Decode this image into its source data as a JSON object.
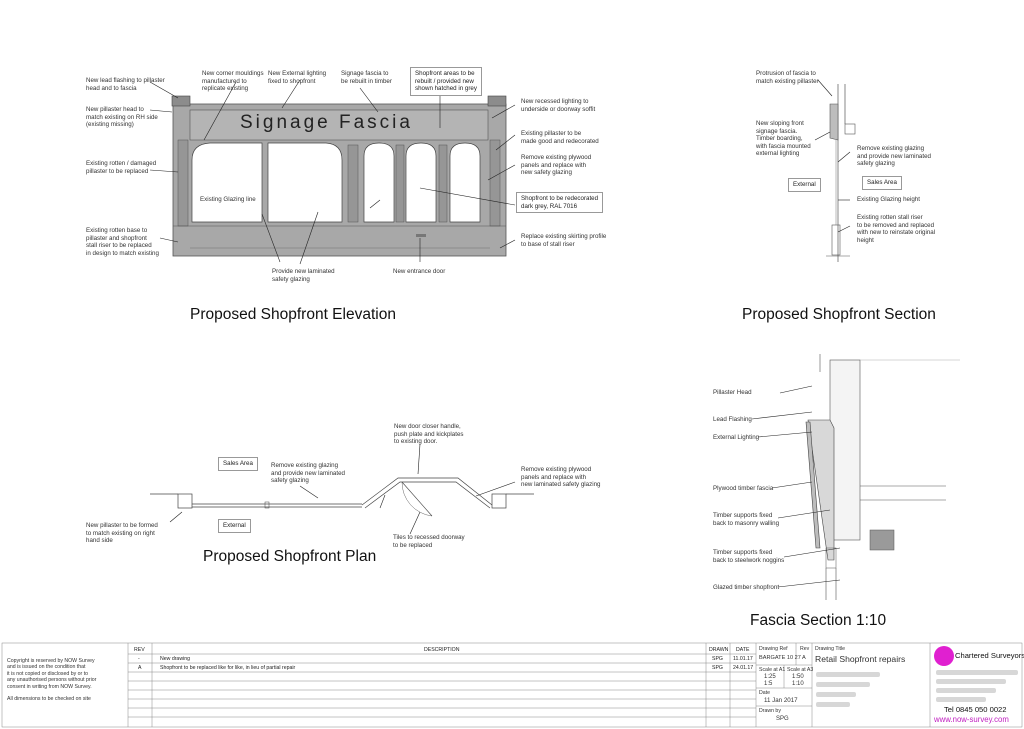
{
  "titles": {
    "elevation": "Proposed Shopfront Elevation",
    "section": "Proposed Shopfront Section",
    "plan": "Proposed Shopfront Plan",
    "fascia": "Fascia Section  1:10"
  },
  "elevation": {
    "signage": "Signage Fascia",
    "glazing_line": "Existing Glazing line",
    "notes": {
      "lead_flashing": "New lead flashing to pillaster\nhead and to fascia",
      "pillaster_head": "New pillaster head to\nmatch existing on RH side\n(existing missing)",
      "rotten_pillaster": "Existing rotten / damaged\npillaster to be replaced",
      "rotten_base": "Existing rotten base to\npillaster and shopfront\nstall riser to be replaced\nin design to match existing",
      "corner_mouldings": "New corner mouldings\nmanufactured to\nreplicate existing",
      "ext_lighting": "New External lighting\nfixed to shopfront",
      "signage_rebuilt": "Signage fascia to\nbe rebuilt in timber",
      "hatched_grey": "Shopfront areas to be\nrebuilt / provided new\nshown hatched in grey",
      "recessed_lighting": "New recessed lighting to\nunderside or doorway soffit",
      "pillaster_good": "Existing pillaster to be\nmade good and redecorated",
      "plywood": "Remove existing plywood\npanels and replace with\nnew safety glazing",
      "redecorated": "Shopfront to be redecorated\ndark grey, RAL 7016",
      "skirting": "Replace existing skirting profile\nto base of stall riser",
      "laminated": "Provide new laminated\nsafety glazing",
      "entrance_door": "New entrance door"
    }
  },
  "section": {
    "notes": {
      "protrusion": "Protrusion of fascia to\nmatch existing pillaster",
      "sloping": "New sloping front\nsignage fascia.\nTimber boarding,\nwith fascia mounted\nexternal lighting",
      "remove_glazing": "Remove existing glazing\nand provide new laminated\nsafety glazing",
      "glazing_height": "Existing Glazing height",
      "stall_riser": "Existing rotten stall riser\nto be removed and replaced\nwith new to reinstate original\nheight"
    },
    "external": "External",
    "sales_area": "Sales Area"
  },
  "plan": {
    "sales_area": "Sales Area",
    "external": "External",
    "notes": {
      "remove_glazing": "Remove existing glazing\nand provide new laminated\nsafety glazing",
      "door_closer": "New door closer handle,\npush plate and kickplates\nto existing door.",
      "plywood": "Remove existing plywood\npanels and replace with\nnew laminated safety glazing",
      "new_pillaster": "New pillaster to be formed\nto match existing on right\nhand side",
      "tiles": "Tiles to recessed doorway\nto be replaced"
    }
  },
  "fascia": {
    "notes": {
      "pillaster_head": "Pillaster Head",
      "lead_flashing": "Lead Flashing",
      "ext_lighting": "External Lighting",
      "plywood": "Plywood timber fascia",
      "timber_masonry": "Timber supports fixed\nback to masonry walling",
      "timber_steel": "Timber supports fixed\nback to steelwork noggins",
      "glazed": "Glazed timber shopfront"
    }
  },
  "titleblock": {
    "copyright": "Copyright is reserved by NOW Survey\nand is issued on the condition that\nit is not copied or disclosed by or to\nany unauthorised persons without prior\nconsent in writing from NOW Survey.",
    "dimensions": "All dimensions to be checked on site",
    "headers": {
      "rev": "REV",
      "description": "DESCRIPTION",
      "drawn": "DRAWN",
      "date": "DATE"
    },
    "rows": [
      {
        "rev": "-",
        "description": "New drawing",
        "drawn": "SPG",
        "date": "11.01.17"
      },
      {
        "rev": "A",
        "description": "Shopfront to be replaced like for like, in lieu of partial repair",
        "drawn": "SPG",
        "date": "24.01.17"
      }
    ],
    "drawing_ref_label": "Drawing Ref",
    "drawing_ref": "BARGATE 10 27",
    "rev_label": "Rev",
    "rev": "A",
    "scale_a1_label": "Scale at A1",
    "scale_a3_label": "Scale at A3",
    "scale_a1": "1:25\n1:5",
    "scale_a3": "1:50\n1:10",
    "date_label": "Date",
    "date": "11 Jan 2017",
    "drawn_by_label": "Drawn by",
    "drawn_by": "SPG",
    "drawing_title_label": "Drawing Title",
    "drawing_title": "Retail Shopfront repairs",
    "company": "Chartered Surveyors",
    "tel": "Tel 0845 050 0022",
    "web": "www.now-survey.com",
    "logo_color": "#e020d0",
    "web_color": "#c020c0"
  }
}
